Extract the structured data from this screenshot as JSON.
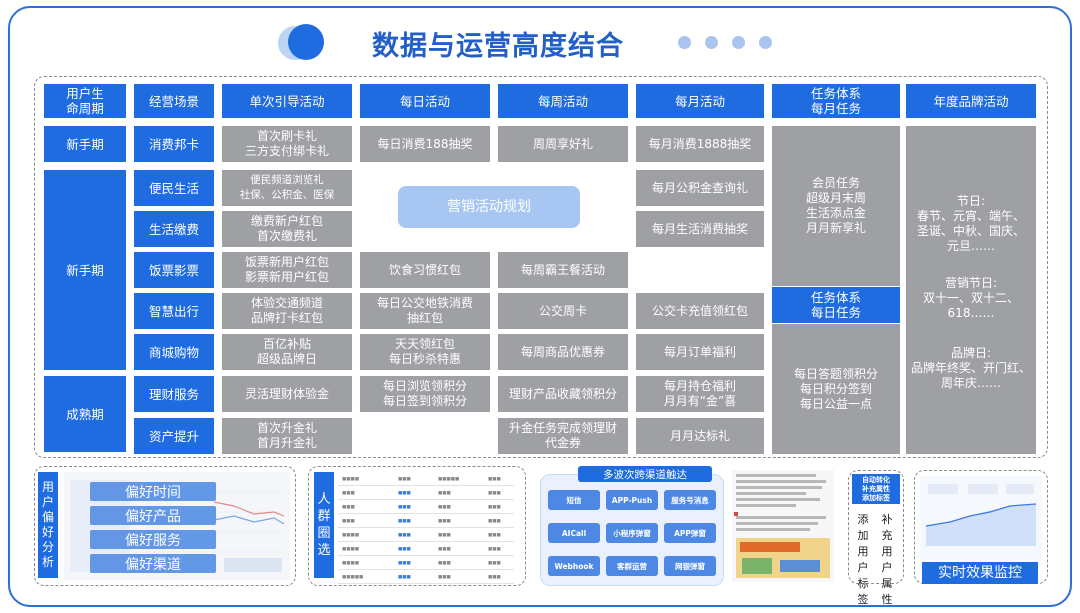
{
  "title": "数据与运营高度结合",
  "headers": {
    "lifecycle": "用户生\n命周期",
    "scene": "经营场景",
    "single": "单次引导活动",
    "daily": "每日活动",
    "weekly": "每周活动",
    "monthly": "每月活动",
    "task": "任务体系\n每月任务",
    "annual": "年度品牌活动"
  },
  "phases": {
    "novice1": "新手期",
    "novice2": "新手期",
    "mature": "成熟期"
  },
  "scenes": {
    "card": "消费邦卡",
    "life": "便民生活",
    "bill": "生活缴费",
    "food": "饭票影票",
    "travel": "智慧出行",
    "mall": "商城购物",
    "wealth": "理财服务",
    "asset": "资产提升"
  },
  "single": {
    "card": "首次刷卡礼\n三方支付绑卡礼",
    "life": "便民频道浏览礼\n社保、公积金、医保",
    "bill": "缴费新户红包\n首次缴费礼",
    "food": "饭票新用户红包\n影票新用户红包",
    "travel": "体验交通频道\n品牌打卡红包",
    "mall": "百亿补贴\n超级品牌日",
    "wealth": "灵活理财体验金",
    "asset": "首次升金礼\n首月升金礼"
  },
  "daily": {
    "card": "每日消费188抽奖",
    "food": "饮食习惯红包",
    "travel": "每日公交地铁消费\n抽红包",
    "mall": "天天领红包\n每日秒杀特惠",
    "wealth": "每日浏览领积分\n每日签到领积分"
  },
  "weekly": {
    "card": "周周享好礼",
    "food": "每周霸王餐活动",
    "travel": "公交周卡",
    "mall": "每周商品优惠券",
    "wealth": "理财产品收藏领积分",
    "asset": "升金任务完成领理财\n代金券"
  },
  "monthly": {
    "card": "每月消费1888抽奖",
    "life": "每月公积金查询礼",
    "bill": "每月生活消费抽奖",
    "travel": "公交卡充值领红包",
    "mall": "每月订单福利",
    "wealth": "每月持仓福利\n月月有“金”喜",
    "asset": "月月达标礼"
  },
  "planning": "营销活动规划",
  "task_monthly": "会员任务\n超级月末周\n生活添点金\n月月新享礼",
  "task_daily_header": "任务体系\n每日任务",
  "task_daily": "每日答题领积分\n每日积分签到\n每日公益一点",
  "annual": {
    "festivals": "节日:\n春节、元宵、端午、\n圣诞、中秋、国庆、\n元旦……",
    "marketing": "营销节日:\n双十一、双十二、\n618……",
    "brand": "品牌日:\n品牌年终奖、开门红、\n周年庆……"
  },
  "bottom": {
    "pref_label": "用\n户\n偏\n好\n分\n析",
    "prefs": [
      "偏好时间",
      "偏好产品",
      "偏好服务",
      "偏好渠道"
    ],
    "crowd_label": "人\n群\n圈\n选",
    "channel_title": "多波次跨渠道触达",
    "channels": [
      "短信",
      "APP-Push",
      "服务号消息",
      "AICall",
      "小程序弹窗",
      "APP弹窗",
      "Webhook",
      "客群运营",
      "网银弹窗"
    ],
    "tag_left": "添\n加\n用\n户\n标\n签",
    "tag_right": "补\n充\n用\n户\n属\n性",
    "tag_badge": "自动转化\n补充属性\n添加标签",
    "realtime": "实时效果监控"
  },
  "colors": {
    "accent": "#1f6ce0",
    "gray": "#9ea0a4",
    "frame": "#2d6fd6",
    "light": "#a8c6f2"
  }
}
